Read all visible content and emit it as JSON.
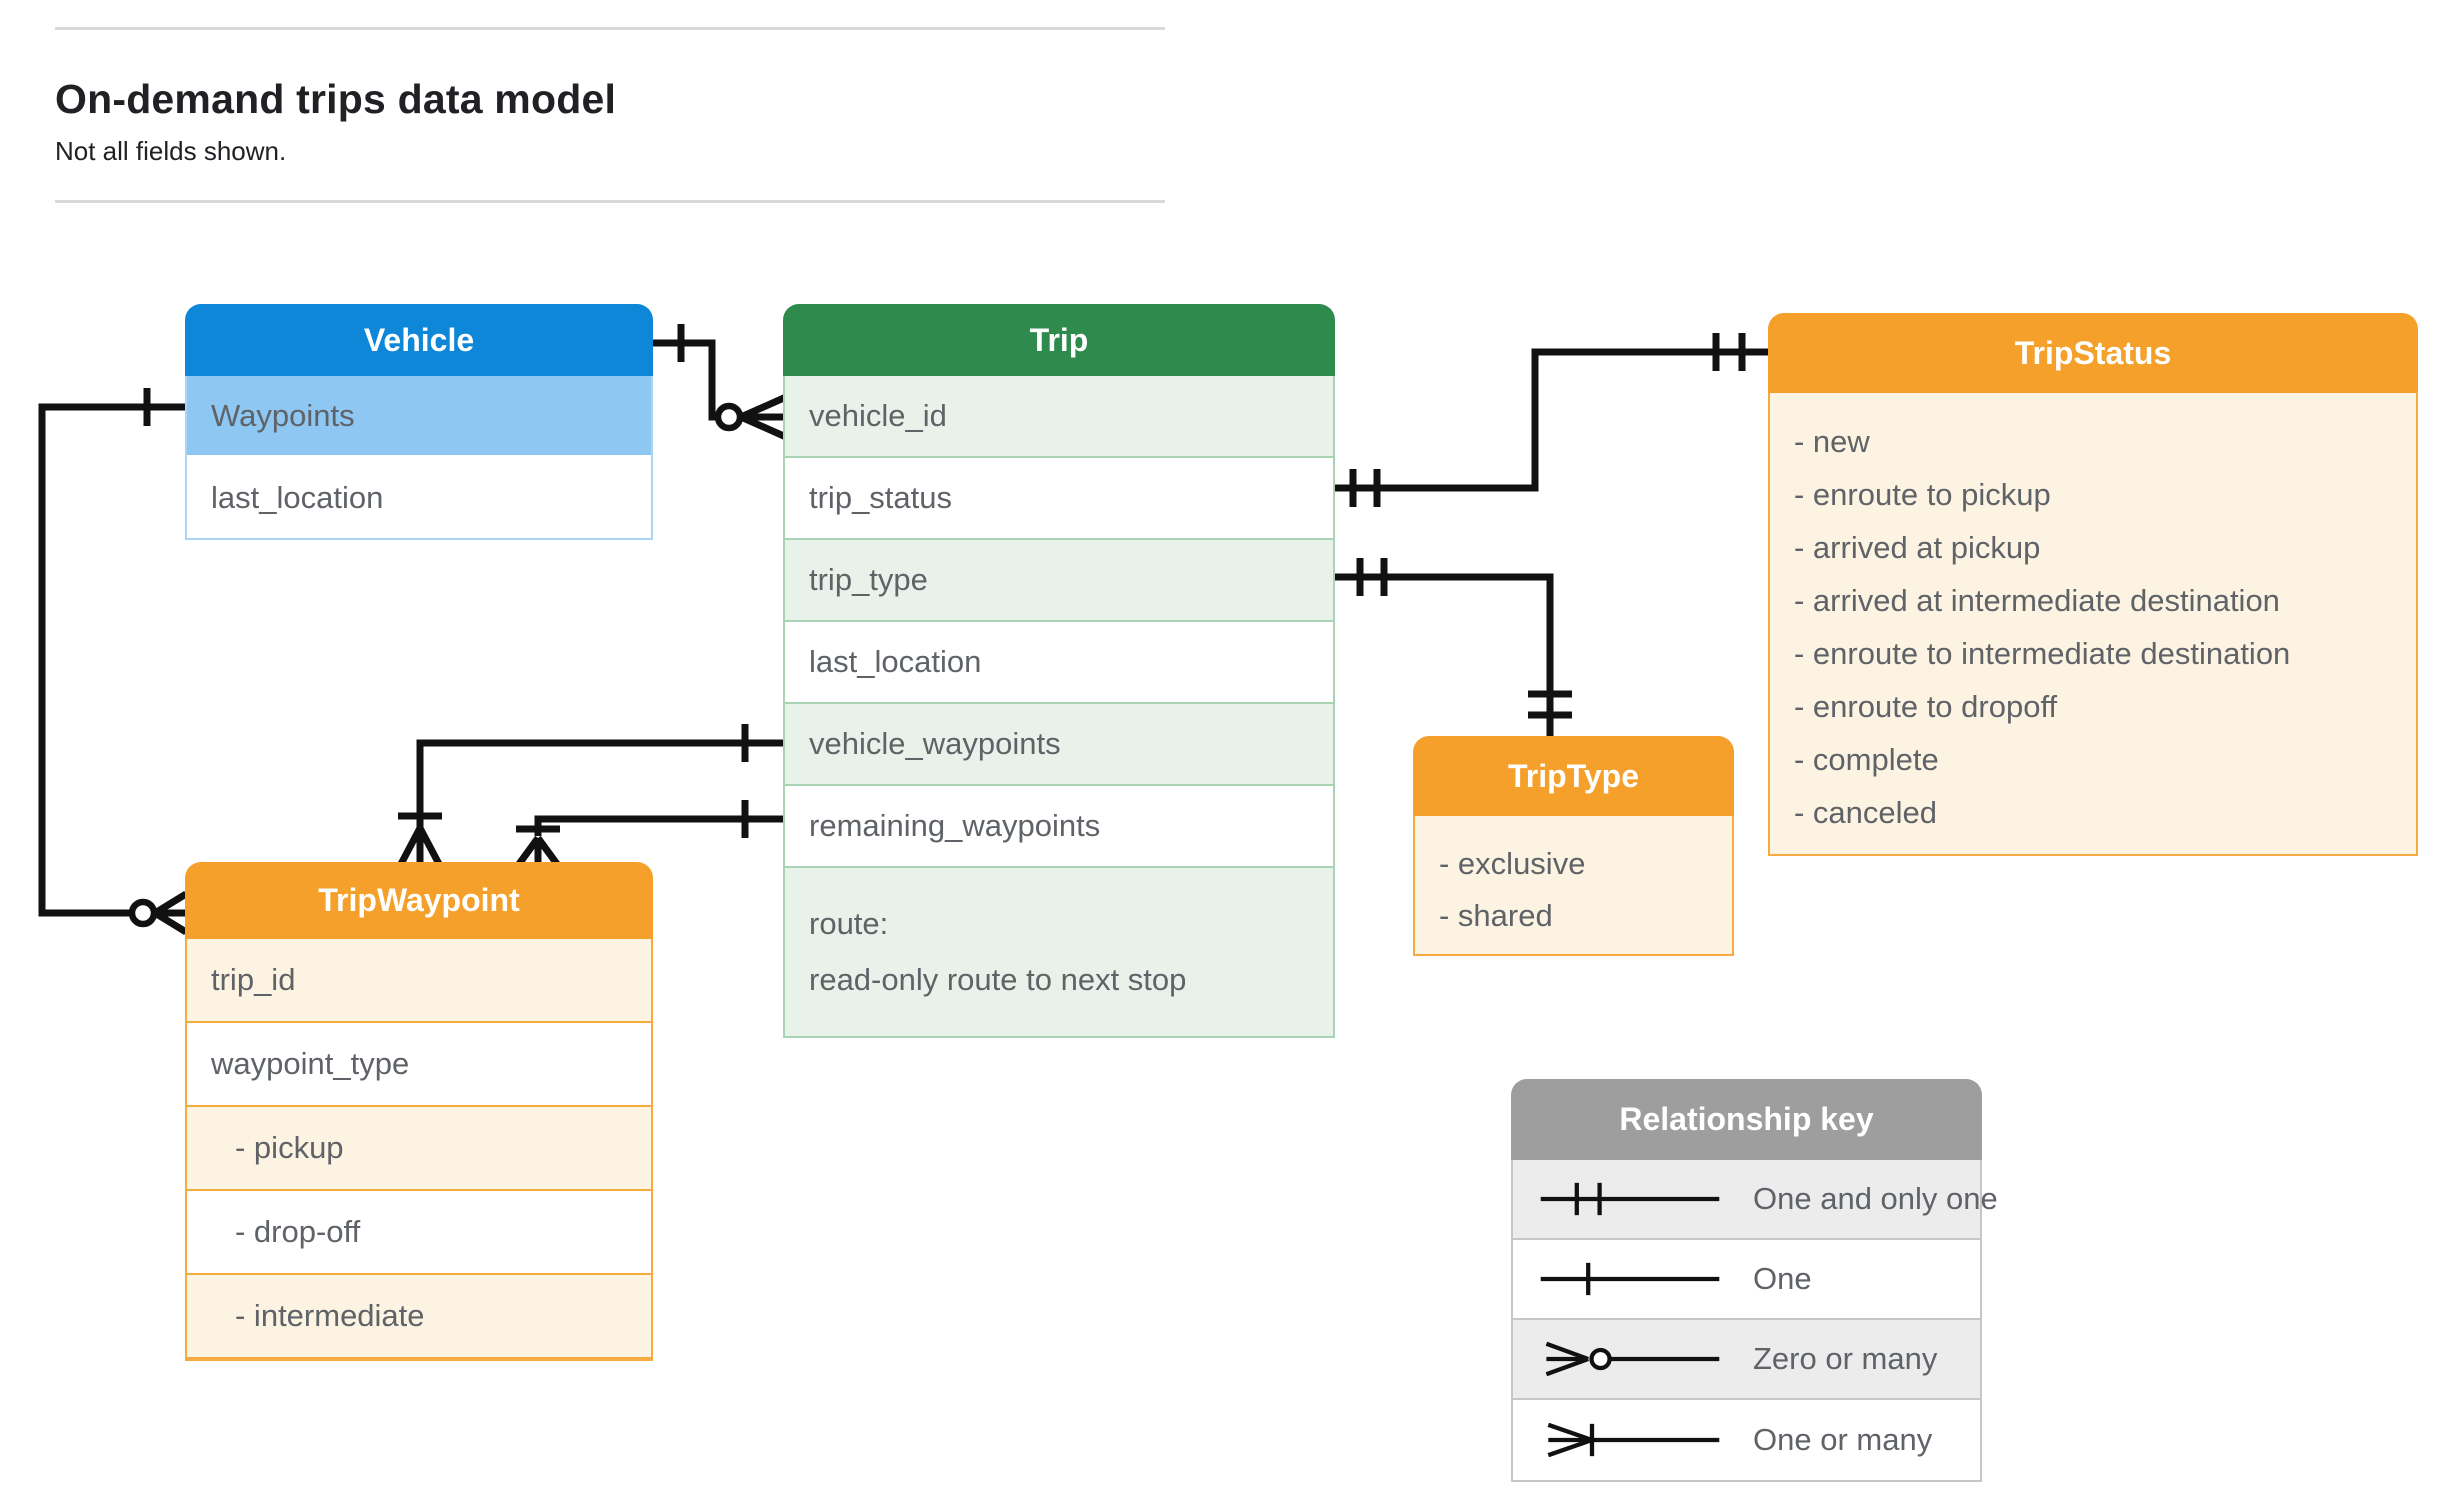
{
  "header": {
    "title": "On-demand trips data model",
    "subtitle": "Not all fields shown."
  },
  "entities": {
    "vehicle": {
      "title": "Vehicle",
      "fields": [
        {
          "label": "Waypoints"
        },
        {
          "label": "last_location"
        }
      ]
    },
    "trip": {
      "title": "Trip",
      "fields": [
        {
          "label": "vehicle_id"
        },
        {
          "label": "trip_status"
        },
        {
          "label": "trip_type"
        },
        {
          "label": "last_location"
        },
        {
          "label": "vehicle_waypoints"
        },
        {
          "label": "remaining_waypoints"
        }
      ],
      "route_field": {
        "line1": "route:",
        "line2": "read-only route to next stop"
      }
    },
    "trip_status": {
      "title": "TripStatus",
      "values": [
        "- new",
        "- enroute to pickup",
        "- arrived at pickup",
        "- arrived at intermediate destination",
        "- enroute to intermediate destination",
        "- enroute to dropoff",
        "- complete",
        "- canceled"
      ]
    },
    "trip_type": {
      "title": "TripType",
      "values": [
        "- exclusive",
        "- shared"
      ]
    },
    "trip_waypoint": {
      "title": "TripWaypoint",
      "fields": [
        {
          "label": "trip_id"
        },
        {
          "label": "waypoint_type"
        }
      ],
      "values": [
        "- pickup",
        "- drop-off",
        "- intermediate"
      ]
    }
  },
  "legend": {
    "title": "Relationship key",
    "rows": [
      {
        "symbol": "one-and-only-one",
        "label": "One and only one"
      },
      {
        "symbol": "one",
        "label": "One"
      },
      {
        "symbol": "zero-or-many",
        "label": "Zero or many"
      },
      {
        "symbol": "one-or-many",
        "label": "One or many"
      }
    ]
  },
  "colors": {
    "vehicle_header": "#0f87d8",
    "vehicle_highlight_row": "#8ec7f2",
    "trip_header": "#2e8b4d",
    "trip_row_tint": "#e9f2ea",
    "orange_header": "#f5a02b",
    "orange_body_tint": "#fdf3e2",
    "key_header": "#9e9e9e",
    "key_row_tint": "#ececec",
    "connector": "#111111",
    "field_text": "#5f6368",
    "title_text": "#202124"
  }
}
